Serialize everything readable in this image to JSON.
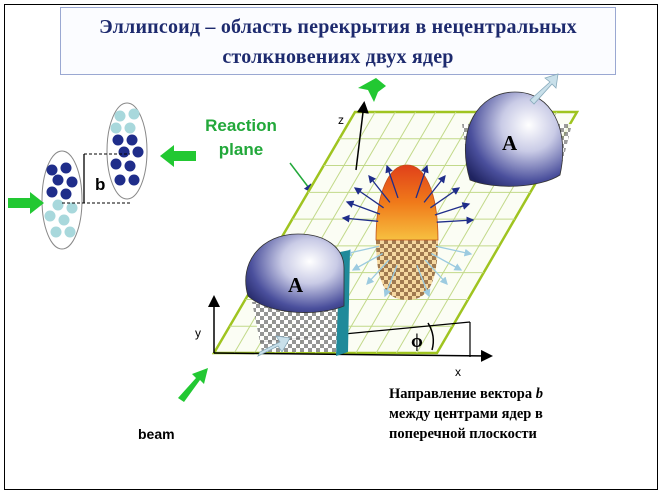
{
  "title": {
    "line1": "Эллипсоид – область перекрытия в нецентральных",
    "line2": "столкновениях двух ядер"
  },
  "labels": {
    "reaction_plane_line1": "Reaction",
    "reaction_plane_line2": "plane",
    "beam": "beam",
    "axis_x": "x",
    "axis_y": "y",
    "axis_z": "z",
    "phi": "ϕ",
    "impact_parameter": "b",
    "nucleus_top": "A",
    "nucleus_bottom": "A"
  },
  "caption": {
    "line1_prefix": "Направление вектора ",
    "line1_vector": "b",
    "line2": "между центрами ядер в",
    "line3": "поперечной плоскости"
  },
  "colors": {
    "title_text": "#1d2a6e",
    "plane_grid": "#9fc420",
    "arrow_green": "#22c832",
    "nucleon_dark": "#1f2d8a",
    "nucleon_light": "#a8d8dc",
    "ellipsoid_top": "#e84a1a",
    "ellipsoid_bottom": "#f3b050",
    "nucleus": "#3b3f8f"
  },
  "icons": [
    "green-arrow-icon",
    "flow-arrow-icon"
  ]
}
